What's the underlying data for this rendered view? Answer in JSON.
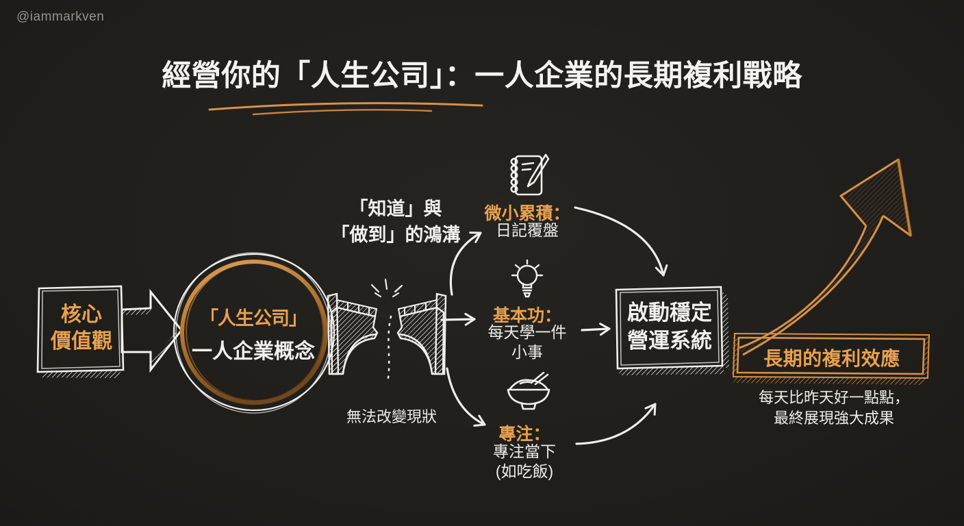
{
  "watermark": "@iammarkven",
  "title": "經營你的「人生公司」：一人企業的長期複利戰略",
  "colors": {
    "background": "#1e1c19",
    "accent_orange": "#e8a14e",
    "sketch_white": "#f2f0ec"
  },
  "flow": {
    "core_values": {
      "line1": "核心",
      "line2": "價值觀"
    },
    "life_company": {
      "line1": "「人生公司」",
      "line2": "一人企業概念"
    },
    "gap": {
      "line1": "「知道」與",
      "line2": "「做到」的鴻溝",
      "note": "無法改變現狀"
    },
    "habits": [
      {
        "icon": "journal-pencil-icon",
        "heading": "微小累積：",
        "lines": [
          "日記覆盤"
        ]
      },
      {
        "icon": "lightbulb-icon",
        "heading": "基本功：",
        "lines": [
          "每天學一件",
          "小事"
        ]
      },
      {
        "icon": "rice-bowl-icon",
        "heading": "專注：",
        "lines": [
          "專注當下",
          "(如吃飯)"
        ]
      }
    ],
    "system_box": {
      "line1": "啟動穩定",
      "line2": "營運系統"
    },
    "result": {
      "banner": "長期的複利效應",
      "line1": "每天比昨天好一點點，",
      "line2": "最終展現強大成果"
    }
  }
}
